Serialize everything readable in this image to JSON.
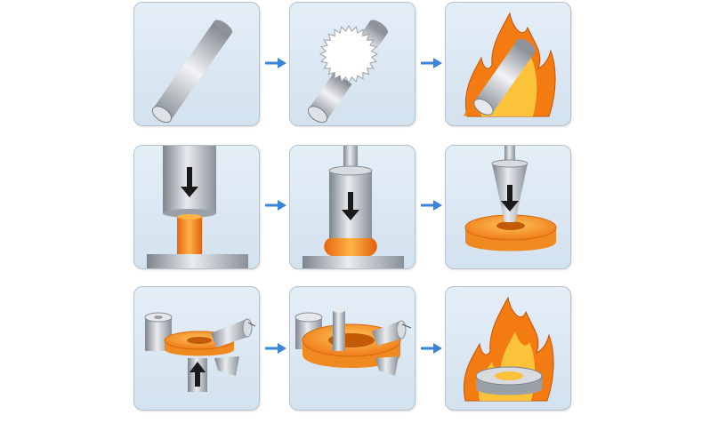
{
  "diagram": {
    "steps": [
      {
        "icon": "steel-bar-icon"
      },
      {
        "icon": "saw-cutting-icon"
      },
      {
        "icon": "furnace-heating-icon"
      },
      {
        "icon": "upsetting-press-icon"
      },
      {
        "icon": "upset-billet-icon"
      },
      {
        "icon": "punching-icon"
      },
      {
        "icon": "ring-rolling-icon"
      },
      {
        "icon": "ring-expansion-icon"
      },
      {
        "icon": "heat-treatment-icon"
      }
    ],
    "arrows": [
      {
        "from": 1,
        "to": 2
      },
      {
        "from": 2,
        "to": 3
      },
      {
        "from": 4,
        "to": 5
      },
      {
        "from": 5,
        "to": 6
      },
      {
        "from": 7,
        "to": 8
      },
      {
        "from": 8,
        "to": 9
      }
    ],
    "colors": {
      "panel_bg": "#dbe7f2",
      "panel_border": "#b9c2cc",
      "steel": "#b8bcc4",
      "hot_metal": "#f08a20",
      "flame_outer": "#f47a12",
      "flame_inner": "#fbc23a",
      "arrow": "#3a86d6"
    }
  }
}
